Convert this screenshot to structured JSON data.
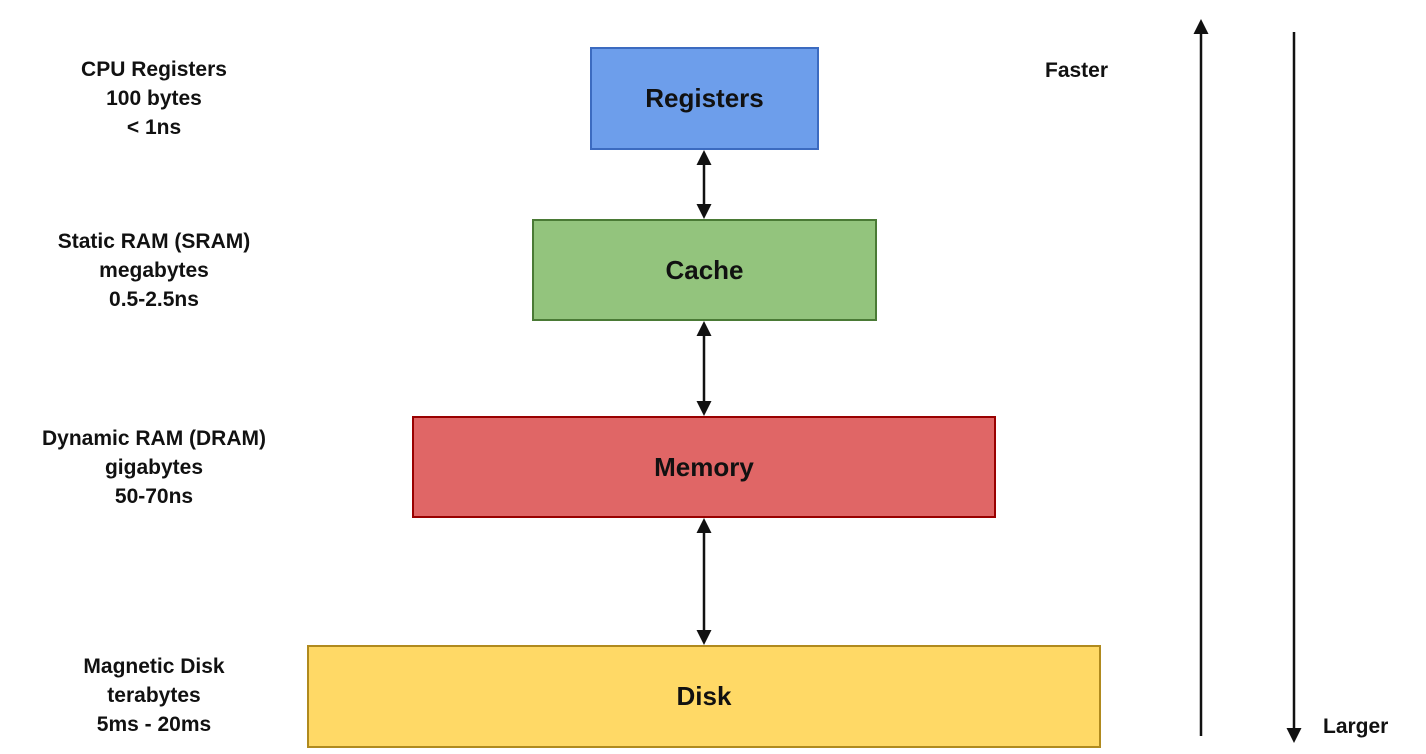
{
  "levels": [
    {
      "box_label": "Registers",
      "color": "#6d9eeb",
      "border_color": "#3c6bc0",
      "desc": [
        "CPU Registers",
        "100 bytes",
        "< 1ns"
      ]
    },
    {
      "box_label": "Cache",
      "color": "#93c47d",
      "border_color": "#4a7a35",
      "desc": [
        "Static RAM (SRAM)",
        "megabytes",
        "0.5-2.5ns"
      ]
    },
    {
      "box_label": "Memory",
      "color": "#e06666",
      "border_color": "#990000",
      "desc": [
        "Dynamic RAM (DRAM)",
        "gigabytes",
        "50-70ns"
      ]
    },
    {
      "box_label": "Disk",
      "color": "#ffd966",
      "border_color": "#b08a1e",
      "desc": [
        "Magnetic Disk",
        "terabytes",
        "5ms - 20ms"
      ]
    }
  ],
  "axes": {
    "faster_label": "Faster",
    "larger_label": "Larger"
  }
}
